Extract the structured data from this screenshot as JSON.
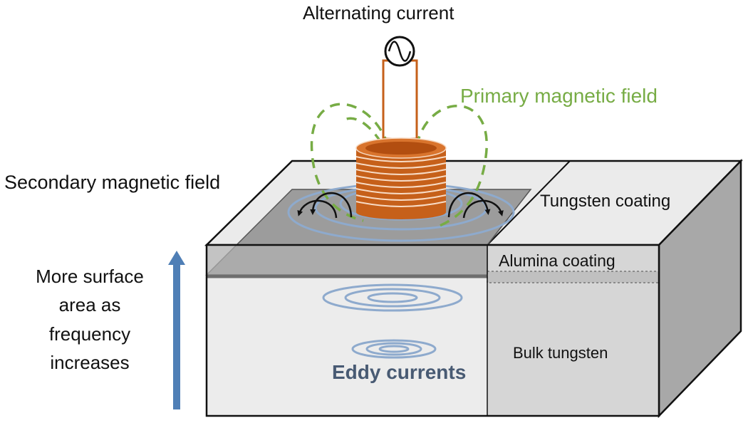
{
  "labels": {
    "alternating_current": "Alternating current",
    "primary_field": "Primary magnetic field",
    "secondary_field": "Secondary magnetic field",
    "tungsten_coating": "Tungsten coating",
    "alumina_coating": "Alumina coating",
    "bulk_tungsten": "Bulk tungsten",
    "eddy_currents": "Eddy currents",
    "frequency_note": [
      "More surface",
      "area as",
      "frequency",
      "increases"
    ]
  },
  "colors": {
    "primary_field": "#77ac45",
    "coil": "#c6601a",
    "eddy": "#8eaacd",
    "eddy_label": "#485a73",
    "arrow": "#4f7fb6",
    "outline": "#111111",
    "block_front_left": "#ececec",
    "block_front_right": "#d6d6d6",
    "block_top": "#ebebeb",
    "block_side": "#a8a8a8",
    "coating_top": "#9c9c9c"
  },
  "icons": [
    "ac-source-icon"
  ]
}
